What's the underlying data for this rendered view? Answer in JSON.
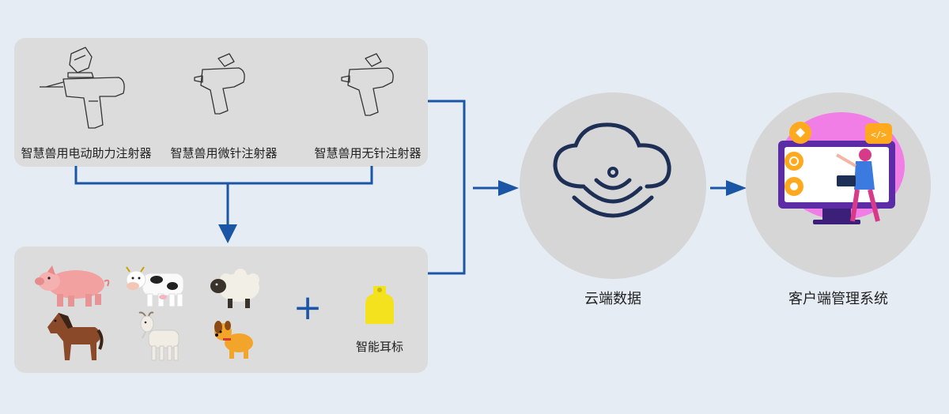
{
  "injectors": [
    {
      "label": "智慧兽用电动助力注射器",
      "icon": "electric-injector-icon"
    },
    {
      "label": "智慧兽用微针注射器",
      "icon": "microneedle-injector-icon"
    },
    {
      "label": "智慧兽用无针注射器",
      "icon": "needle-free-injector-icon"
    }
  ],
  "animals": [
    "pig",
    "cow",
    "sheep",
    "horse",
    "goat",
    "dog"
  ],
  "plus_symbol": "+",
  "ear_tag": {
    "label": "智能耳标",
    "color": "#f3e21d"
  },
  "cloud": {
    "label": "云端数据",
    "icon": "cloud-signal-icon"
  },
  "client": {
    "label": "客户端管理系统",
    "icon": "developer-monitor-icon"
  },
  "colors": {
    "background": "#e6ecf4",
    "panel": "#dcdcdc",
    "arrow": "#1b55a6",
    "cloud_stroke": "#1e2f55"
  }
}
